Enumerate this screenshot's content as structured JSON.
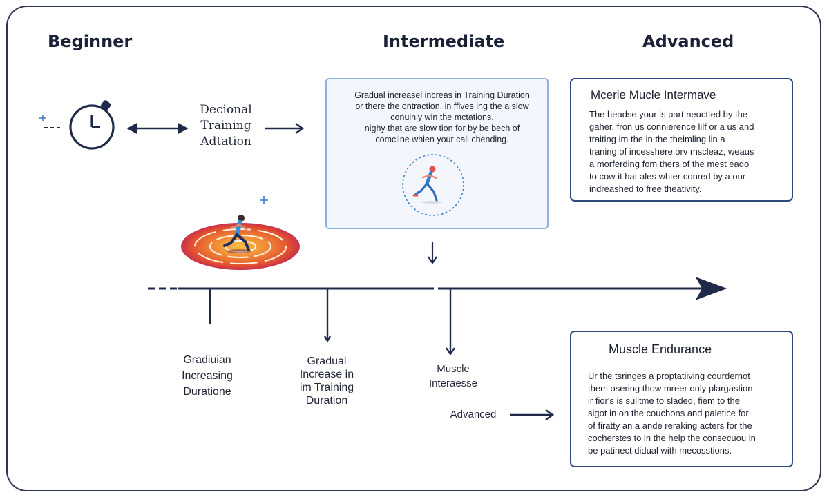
{
  "stages": {
    "beginner": "Beginner",
    "intermediate": "Intermediate",
    "advanced": "Advanced"
  },
  "left_flow": {
    "label": "Decional\nTraining\nAdtation"
  },
  "mid_box": {
    "text": "Gradual increasel increas in Training Duration\nor there the ontraction, in ffives ing the a slow\nconuinly win the mctations.\nnighy that are slow tion for by be bech of\ncomcline whien your call chending."
  },
  "advanced_box": {
    "title": "Mcerie Mucle Intermave",
    "text": "The headse your is part neuctted by the\ngaher, fron us connierence lilf or a us and\ntraiting im the in the theimling lin a\ntraning of incesshere orv mscleaz, weaus\na morferding fom thers of the mest eado\nto cow it hat ales whter conred by a our\nindreashed to free theativity."
  },
  "timeline": {
    "labels": [
      "Gradiuian\nIncreasing\nDuratione",
      "Gradual\nIncrease in\nim Training\nDuration",
      "Muscle\nInteraesse"
    ],
    "advanced_label": "Advanced"
  },
  "endurance_box": {
    "title": "Muscle Endurance",
    "text": "Ur the tsringes a proptatiiving courdernot\nthem osering thow mreer ouly plargastion\nir fior's is sulitme to sladed, fiem to the\nsigot in on the couchons and paletice for\nof firatty an a ande reraking acters for the\ncocherstes to in the help the consecuou in\nbe patinect didual with mecosstions."
  },
  "icons": {
    "stopwatch": "stopwatch-icon",
    "runner_target": "runner-target-icon",
    "runner_circle": "runner-circle-icon"
  },
  "colors": {
    "ink": "#1f2a4a",
    "box_border": "#2d4a7e",
    "mid_box_border": "#8fb1e0",
    "target_outer": "#e8562b",
    "target_inner": "#f4a13a",
    "runner_shirt": "#3a8fd6"
  }
}
